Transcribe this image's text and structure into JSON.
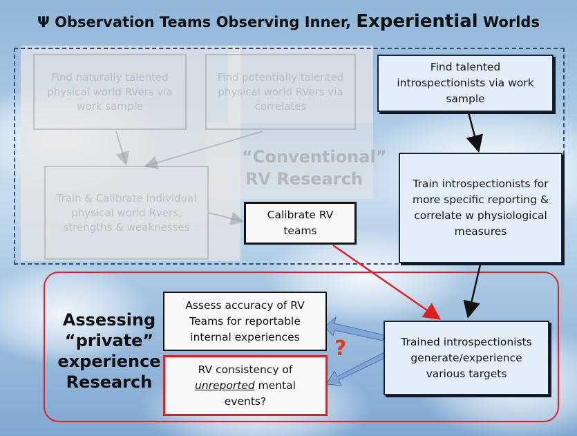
{
  "title": {
    "part1": "Ψ Observation Teams Observing Inner, ",
    "part2": "Experiential",
    "part3": " Worlds"
  },
  "ghost": {
    "box1": "Find naturally talented physical world RVers via work sample",
    "box2": "Find potentially talented physical world RVers via correlates",
    "box3": "Train & Calibrate individual physical world Rvers, strengths & weaknesses",
    "conventional": "“Conventional” RV Research"
  },
  "boxes": {
    "find_talented": "Find talented introspectionists via work sample",
    "train": "Train introspectionists for more specific reporting & correlate w physiological measures",
    "calibrate": "Calibrate RV teams",
    "trained": "Trained introspectionists generate/experience various targets",
    "assess_accuracy": "Assess accuracy of RV Teams for reportable internal experiences",
    "consistency_pre": "RV consistency of",
    "consistency_em": "unreported",
    "consistency_post": "mental events?"
  },
  "assessing_label": {
    "line1": "Assessing",
    "line2": "“private”",
    "line3": "experience",
    "line4": "Research"
  },
  "question_mark": "?",
  "colors": {
    "red": "#e02020",
    "dark_border": "#1a2430",
    "dashed": "#2d4a72",
    "blue_arrow": "#7fa6d6"
  }
}
